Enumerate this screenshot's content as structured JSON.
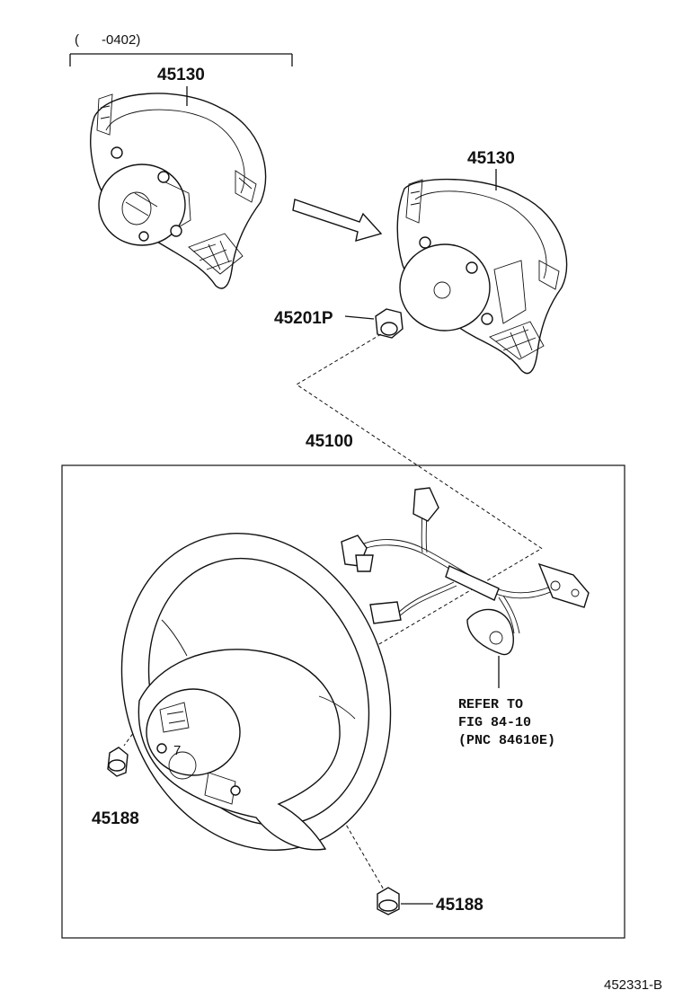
{
  "diagram": {
    "date_range": "(      -0402)",
    "parts": {
      "airbag_old": "45130",
      "airbag_new": "45130",
      "nut": "45201P",
      "steering_wheel": "45100",
      "screw_left": "45188",
      "screw_right": "45188"
    },
    "refer_note": {
      "line1": "REFER TO",
      "line2": "FIG 84-10",
      "line3": "(PNC 84610E)"
    },
    "figure_code": "452331-B"
  }
}
